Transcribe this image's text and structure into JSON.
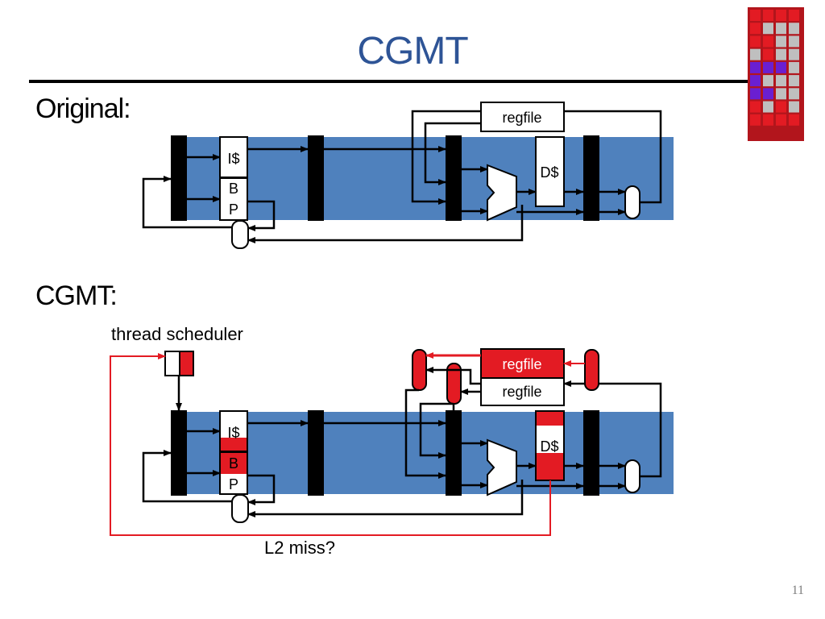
{
  "title": "CGMT",
  "page_number": "11",
  "colors": {
    "title": "#2e5496",
    "pipeline_band": "#4f81bd",
    "highlight": "#e31b23",
    "logo_gray": "#bfbfbf",
    "logo_purple": "#6a1fd1"
  },
  "sections": {
    "original_label": "Original:",
    "cgmt_label": "CGMT:"
  },
  "original_diagram": {
    "regfile": "regfile",
    "icache": "I$",
    "bp_top": "B",
    "bp_bottom": "P",
    "dcache": "D$"
  },
  "cgmt_diagram": {
    "thread_scheduler": "thread scheduler",
    "regfile_active": "regfile",
    "regfile_second": "regfile",
    "icache": "I$",
    "bp_top": "B",
    "bp_bottom": "P",
    "dcache": "D$",
    "l2_miss": "L2 miss?"
  },
  "logo": {
    "icon": "processor-grid-logo",
    "rows": [
      [
        "red",
        "red",
        "red",
        "red"
      ],
      [
        "red",
        "gray",
        "gray",
        "gray"
      ],
      [
        "red",
        "red",
        "gray",
        "gray"
      ],
      [
        "gray",
        "red",
        "gray",
        "gray"
      ],
      [
        "purple",
        "purple",
        "purple",
        "gray"
      ],
      [
        "purple",
        "gray",
        "gray",
        "gray"
      ],
      [
        "purple",
        "purple",
        "gray",
        "gray"
      ],
      [
        "red",
        "gray",
        "red",
        "gray"
      ],
      [
        "red",
        "red",
        "red",
        "red"
      ]
    ]
  }
}
